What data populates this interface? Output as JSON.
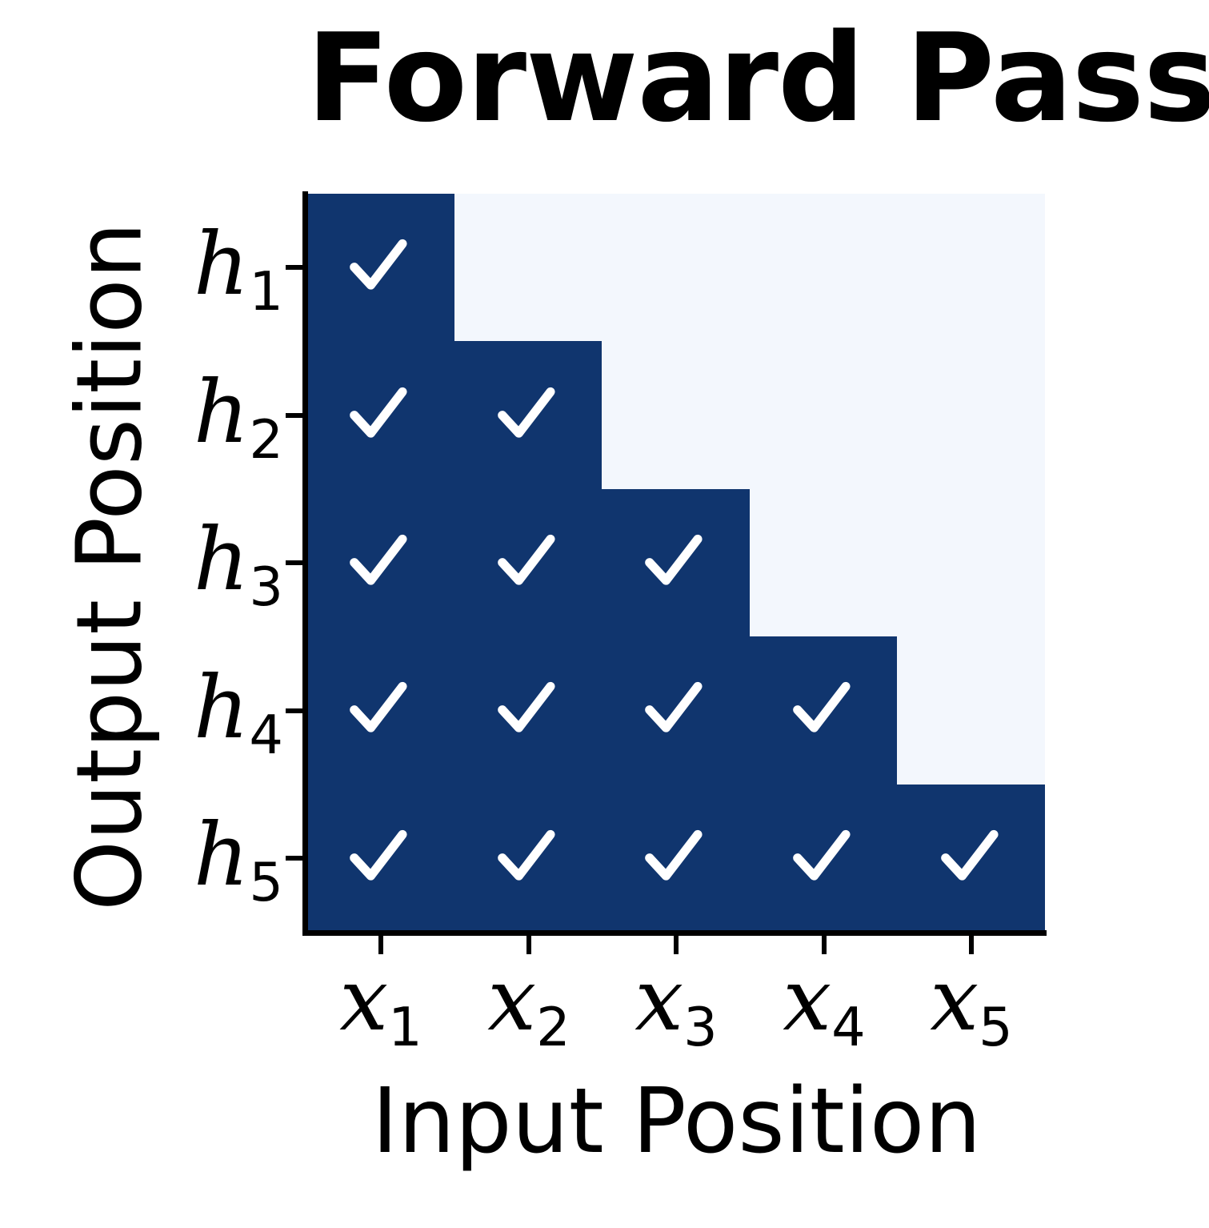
{
  "chart_data": {
    "type": "heatmap",
    "title": "Forward Pass",
    "xlabel": "Input Position",
    "ylabel": "Output Position",
    "x_tick_labels": [
      "x1",
      "x2",
      "x3",
      "x4",
      "x5"
    ],
    "y_tick_labels": [
      "h1",
      "h2",
      "h3",
      "h4",
      "h5"
    ],
    "x_tick_base": [
      "x",
      "x",
      "x",
      "x",
      "x"
    ],
    "x_tick_sub": [
      "1",
      "2",
      "3",
      "4",
      "5"
    ],
    "y_tick_base": [
      "h",
      "h",
      "h",
      "h",
      "h"
    ],
    "y_tick_sub": [
      "1",
      "2",
      "3",
      "4",
      "5"
    ],
    "categories": [
      "x1",
      "x2",
      "x3",
      "x4",
      "x5"
    ],
    "rows": [
      "h1",
      "h2",
      "h3",
      "h4",
      "h5"
    ],
    "values": [
      [
        1,
        0,
        0,
        0,
        0
      ],
      [
        1,
        1,
        0,
        0,
        0
      ],
      [
        1,
        1,
        1,
        0,
        0
      ],
      [
        1,
        1,
        1,
        1,
        0
      ],
      [
        1,
        1,
        1,
        1,
        1
      ]
    ],
    "cell_marker_on": "check-icon",
    "cell_marker_off": "",
    "mask_type": "causal-lower-triangular",
    "grid": false,
    "legend": "none",
    "colors": {
      "active_cell": "#10356e",
      "inactive_cell": "#f3f7fd",
      "marker": "#ffffff",
      "axis": "#000000",
      "background": "#ffffff"
    },
    "xlim": [
      0,
      5
    ],
    "ylim": [
      0,
      5
    ],
    "annotations": []
  }
}
